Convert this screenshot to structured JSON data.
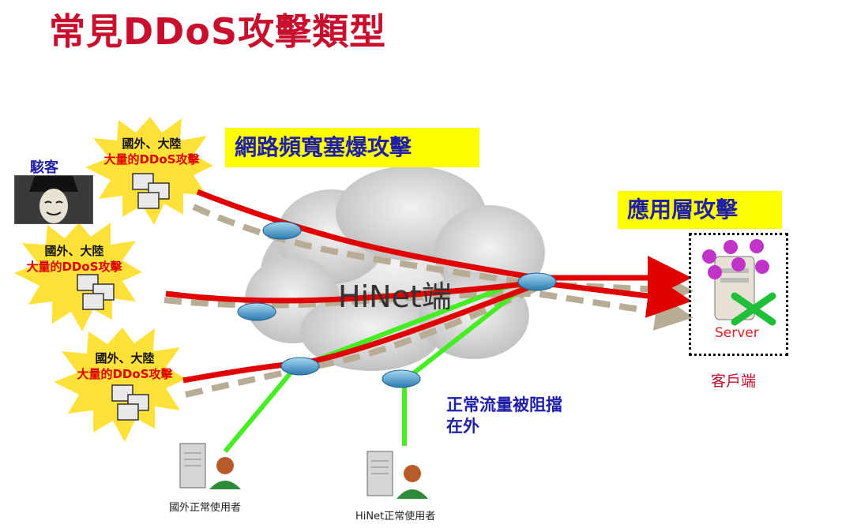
{
  "title": "常見DDoS攻擊類型",
  "labels": {
    "bandwidth_attack": "網路頻寬塞爆攻擊",
    "app_layer_attack": "應用層攻擊",
    "hacker": "駭客",
    "hinet": "HiNet端",
    "blocked_line1": "正常流量被阻擋",
    "blocked_line2": "在外",
    "server": "Server",
    "client": "客戶端",
    "foreign_user": "國外正常使用者",
    "hinet_user": "HiNet正常使用者"
  },
  "attack_sources": [
    {
      "line1": "國外、大陸",
      "line2": "大量的DDoS攻擊"
    },
    {
      "line1": "國外、大陸",
      "line2": "大量的DDoS攻擊"
    },
    {
      "line1": "國外、大陸",
      "line2": "大量的DDoS攻擊"
    }
  ],
  "colors": {
    "title": "#c8102e",
    "attack_line": "#e00000",
    "normal_line": "#44ee22",
    "dashed_line": "#b8ad94",
    "highlight_box": "#ffff00",
    "burst": "#ffe13a"
  },
  "icons": [
    "computer-cluster-icon",
    "router-icon",
    "server-icon",
    "user-icon",
    "virus-icon",
    "x-mark-icon",
    "cloud-icon",
    "hacker-mask-icon"
  ]
}
